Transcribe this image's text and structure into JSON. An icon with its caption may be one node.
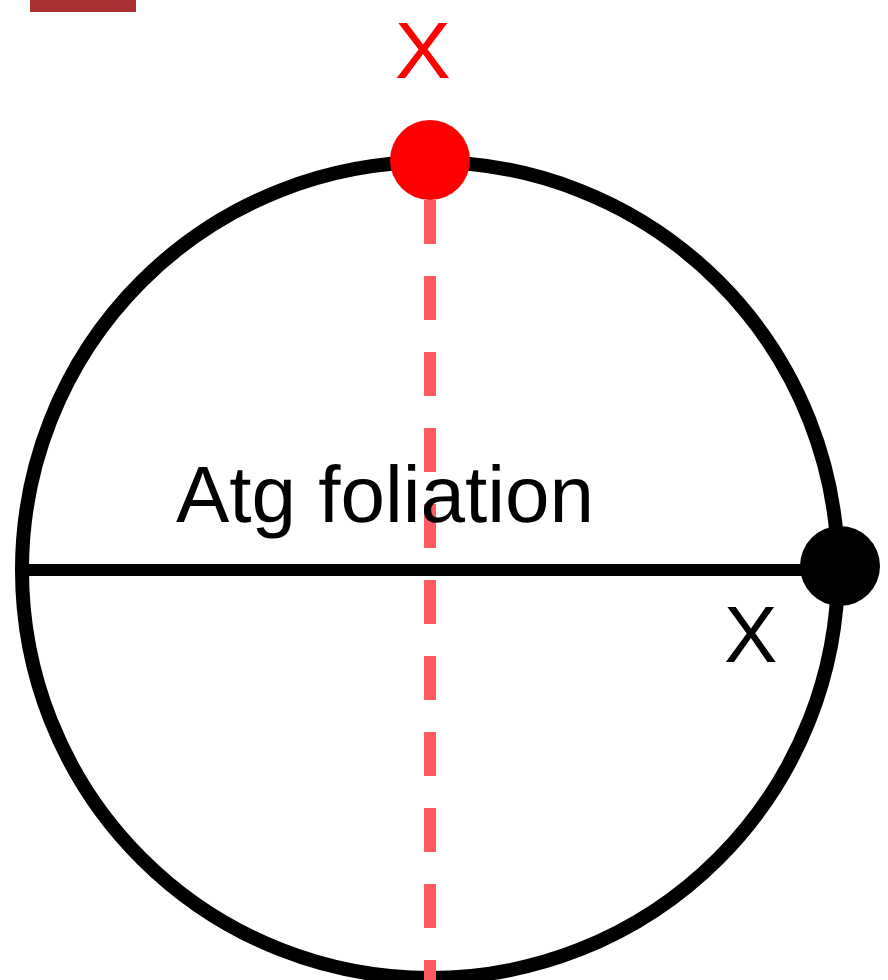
{
  "diagram": {
    "labels": [
      "X",
      "Atg foliation",
      "X"
    ]
  }
}
